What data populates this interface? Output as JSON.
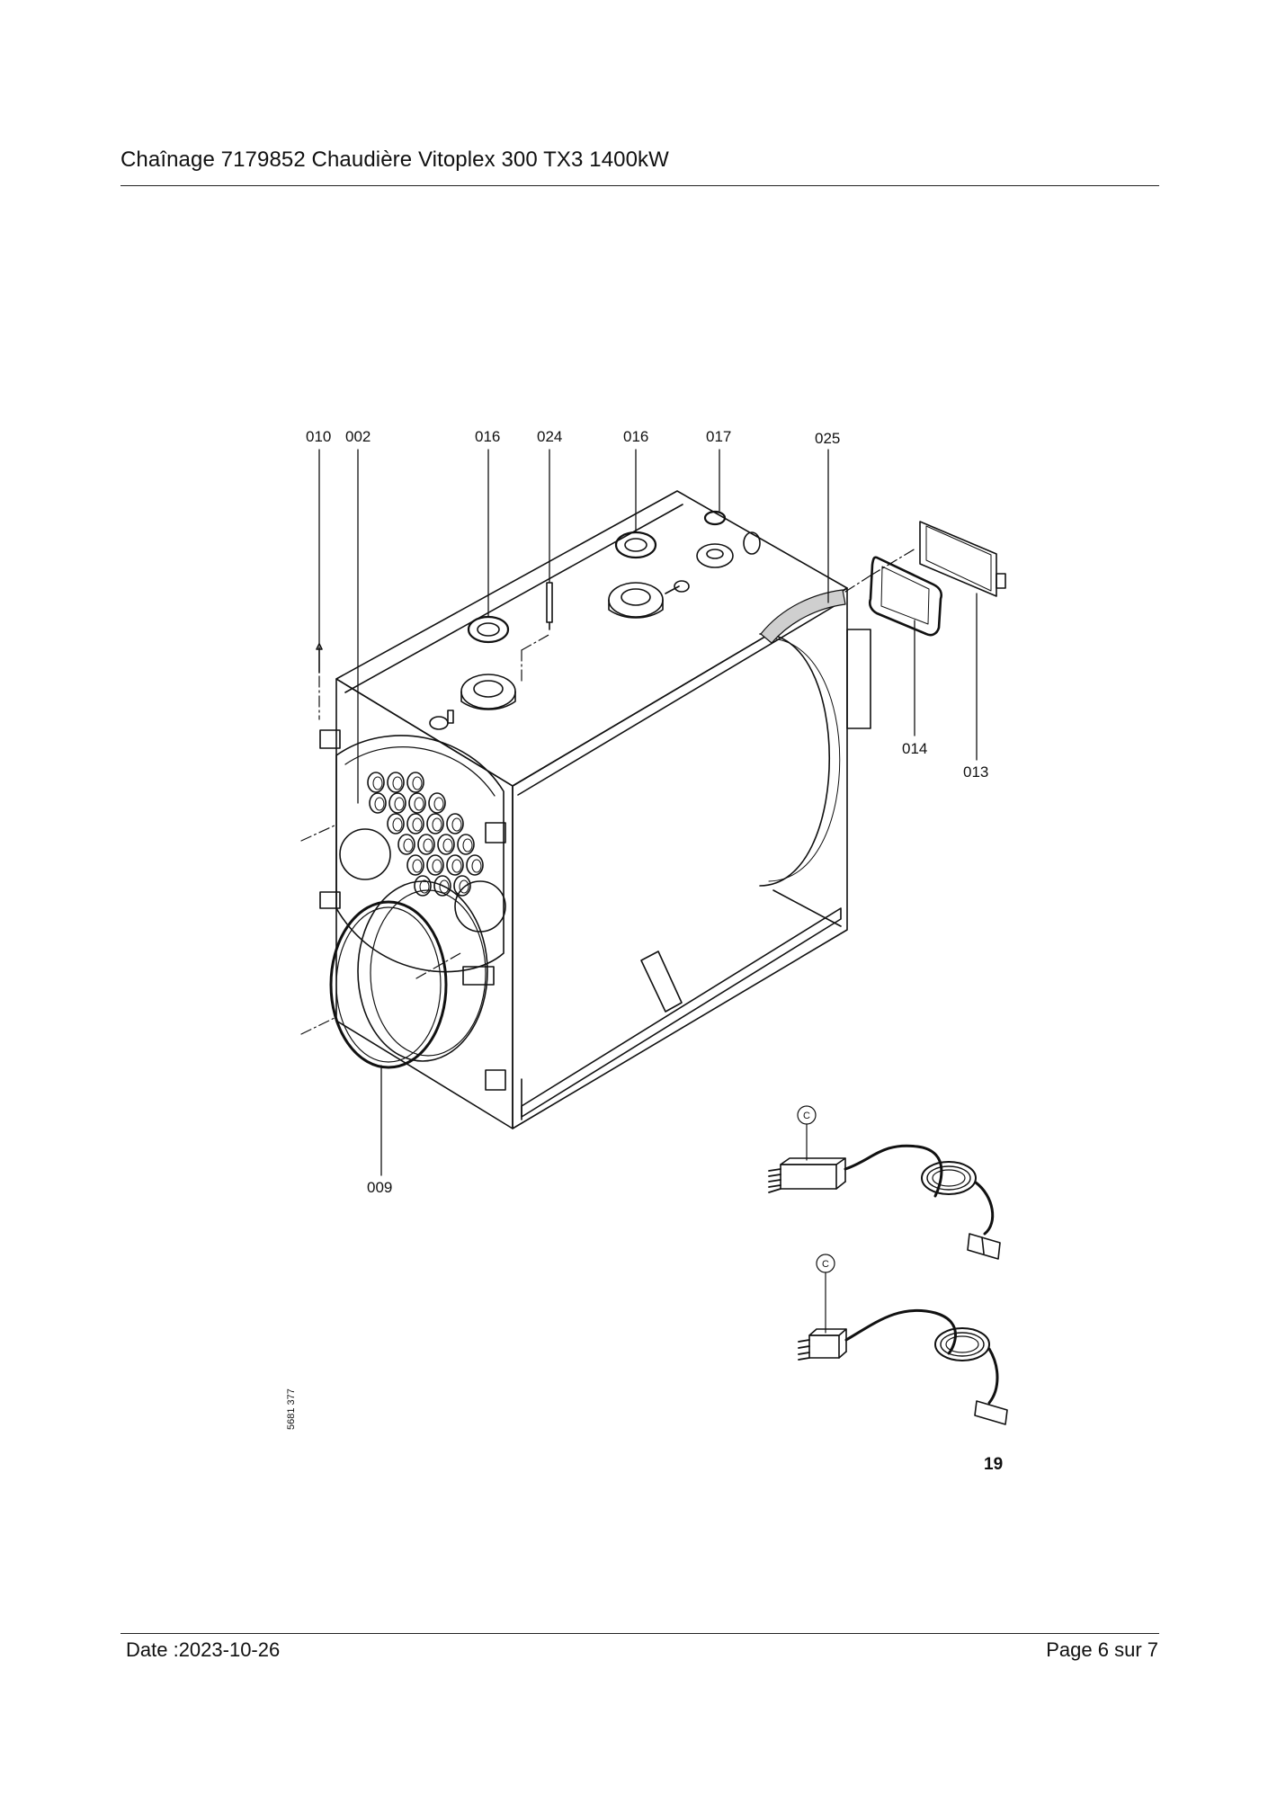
{
  "header": {
    "title": "Chaînage 7179852 Chaudière Vitoplex 300 TX3 1400kW"
  },
  "drawing": {
    "part_labels": {
      "p010": "010",
      "p002": "002",
      "p016a": "016",
      "p024": "024",
      "p016b": "016",
      "p017": "017",
      "p025": "025",
      "p014": "014",
      "p013": "013",
      "p009": "009"
    },
    "callout_letter": "C",
    "figure_number": "19",
    "drawing_number": "5681 377"
  },
  "footer": {
    "date": "Date :2023-10-26",
    "page": "Page 6 sur  7"
  }
}
